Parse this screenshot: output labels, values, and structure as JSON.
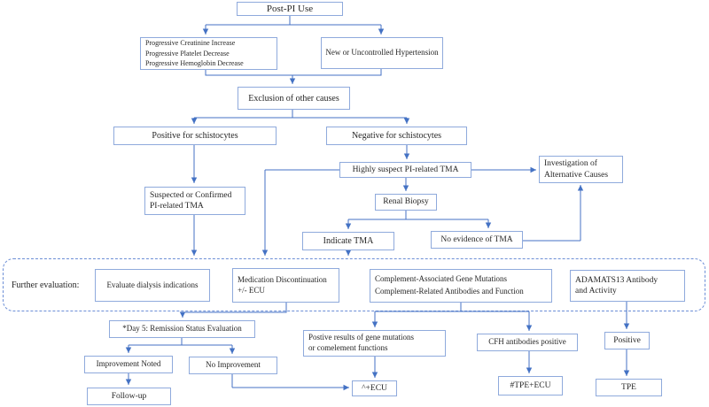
{
  "colors": {
    "box_border": "#8faadc",
    "connector": "#4472c4",
    "dashed_border": "#6c8ed6",
    "text": "#262626",
    "background": "#ffffff"
  },
  "nodes": {
    "post_pi": {
      "label": "Post-PI Use"
    },
    "progressive": {
      "lines": [
        "Progressive Creatinine Increase",
        "Progressive Platelet Decrease",
        "Progressive Hemoglobin Decrease"
      ]
    },
    "hypertension": {
      "label": "New or Uncontrolled Hypertension"
    },
    "exclusion": {
      "label": "Exclusion of other causes"
    },
    "positive_schistocytes": {
      "label": "Positive for schistocytes"
    },
    "negative_schistocytes": {
      "label": "Negative for schistocytes"
    },
    "suspected_tma": {
      "lines": [
        "Suspected or Confirmed",
        "PI-related TMA"
      ]
    },
    "highly_suspect": {
      "label": "Highly suspect PI-related TMA"
    },
    "investigation": {
      "lines": [
        "Investigation of",
        "Alternative Causes"
      ]
    },
    "renal_biopsy": {
      "label": "Renal Biopsy"
    },
    "indicate_tma": {
      "label": "Indicate TMA"
    },
    "no_evidence_tma": {
      "label": "No evidence of TMA"
    },
    "further_evaluation_label": "Further evaluation:",
    "evaluate_dialysis": {
      "label": "Evaluate dialysis indications"
    },
    "medication_discontinuation": {
      "lines": [
        "Medication Discontinuation",
        "+/- ECU"
      ]
    },
    "complement": {
      "lines": [
        "Complement-Associated Gene Mutations",
        "Complement-Related Antibodies and Function"
      ]
    },
    "adamats13": {
      "lines": [
        "ADAMATS13 Antibody",
        "and Activity"
      ]
    },
    "day5": {
      "label": "*Day 5: Remission Status Evaluation"
    },
    "improvement_noted": {
      "label": "Improvement Noted"
    },
    "no_improvement": {
      "label": "No Improvement"
    },
    "follow_up": {
      "label": "Follow-up"
    },
    "positive_results": {
      "lines": [
        "Postive results of gene mutations",
        "or comelement functions"
      ]
    },
    "cfh_positive": {
      "label": "CFH antibodies positive"
    },
    "positive": {
      "label": "Positive"
    },
    "ecu": {
      "label": "^+ECU"
    },
    "tpe_ecu": {
      "label": "#TPE+ECU"
    },
    "tpe": {
      "label": "TPE"
    }
  }
}
